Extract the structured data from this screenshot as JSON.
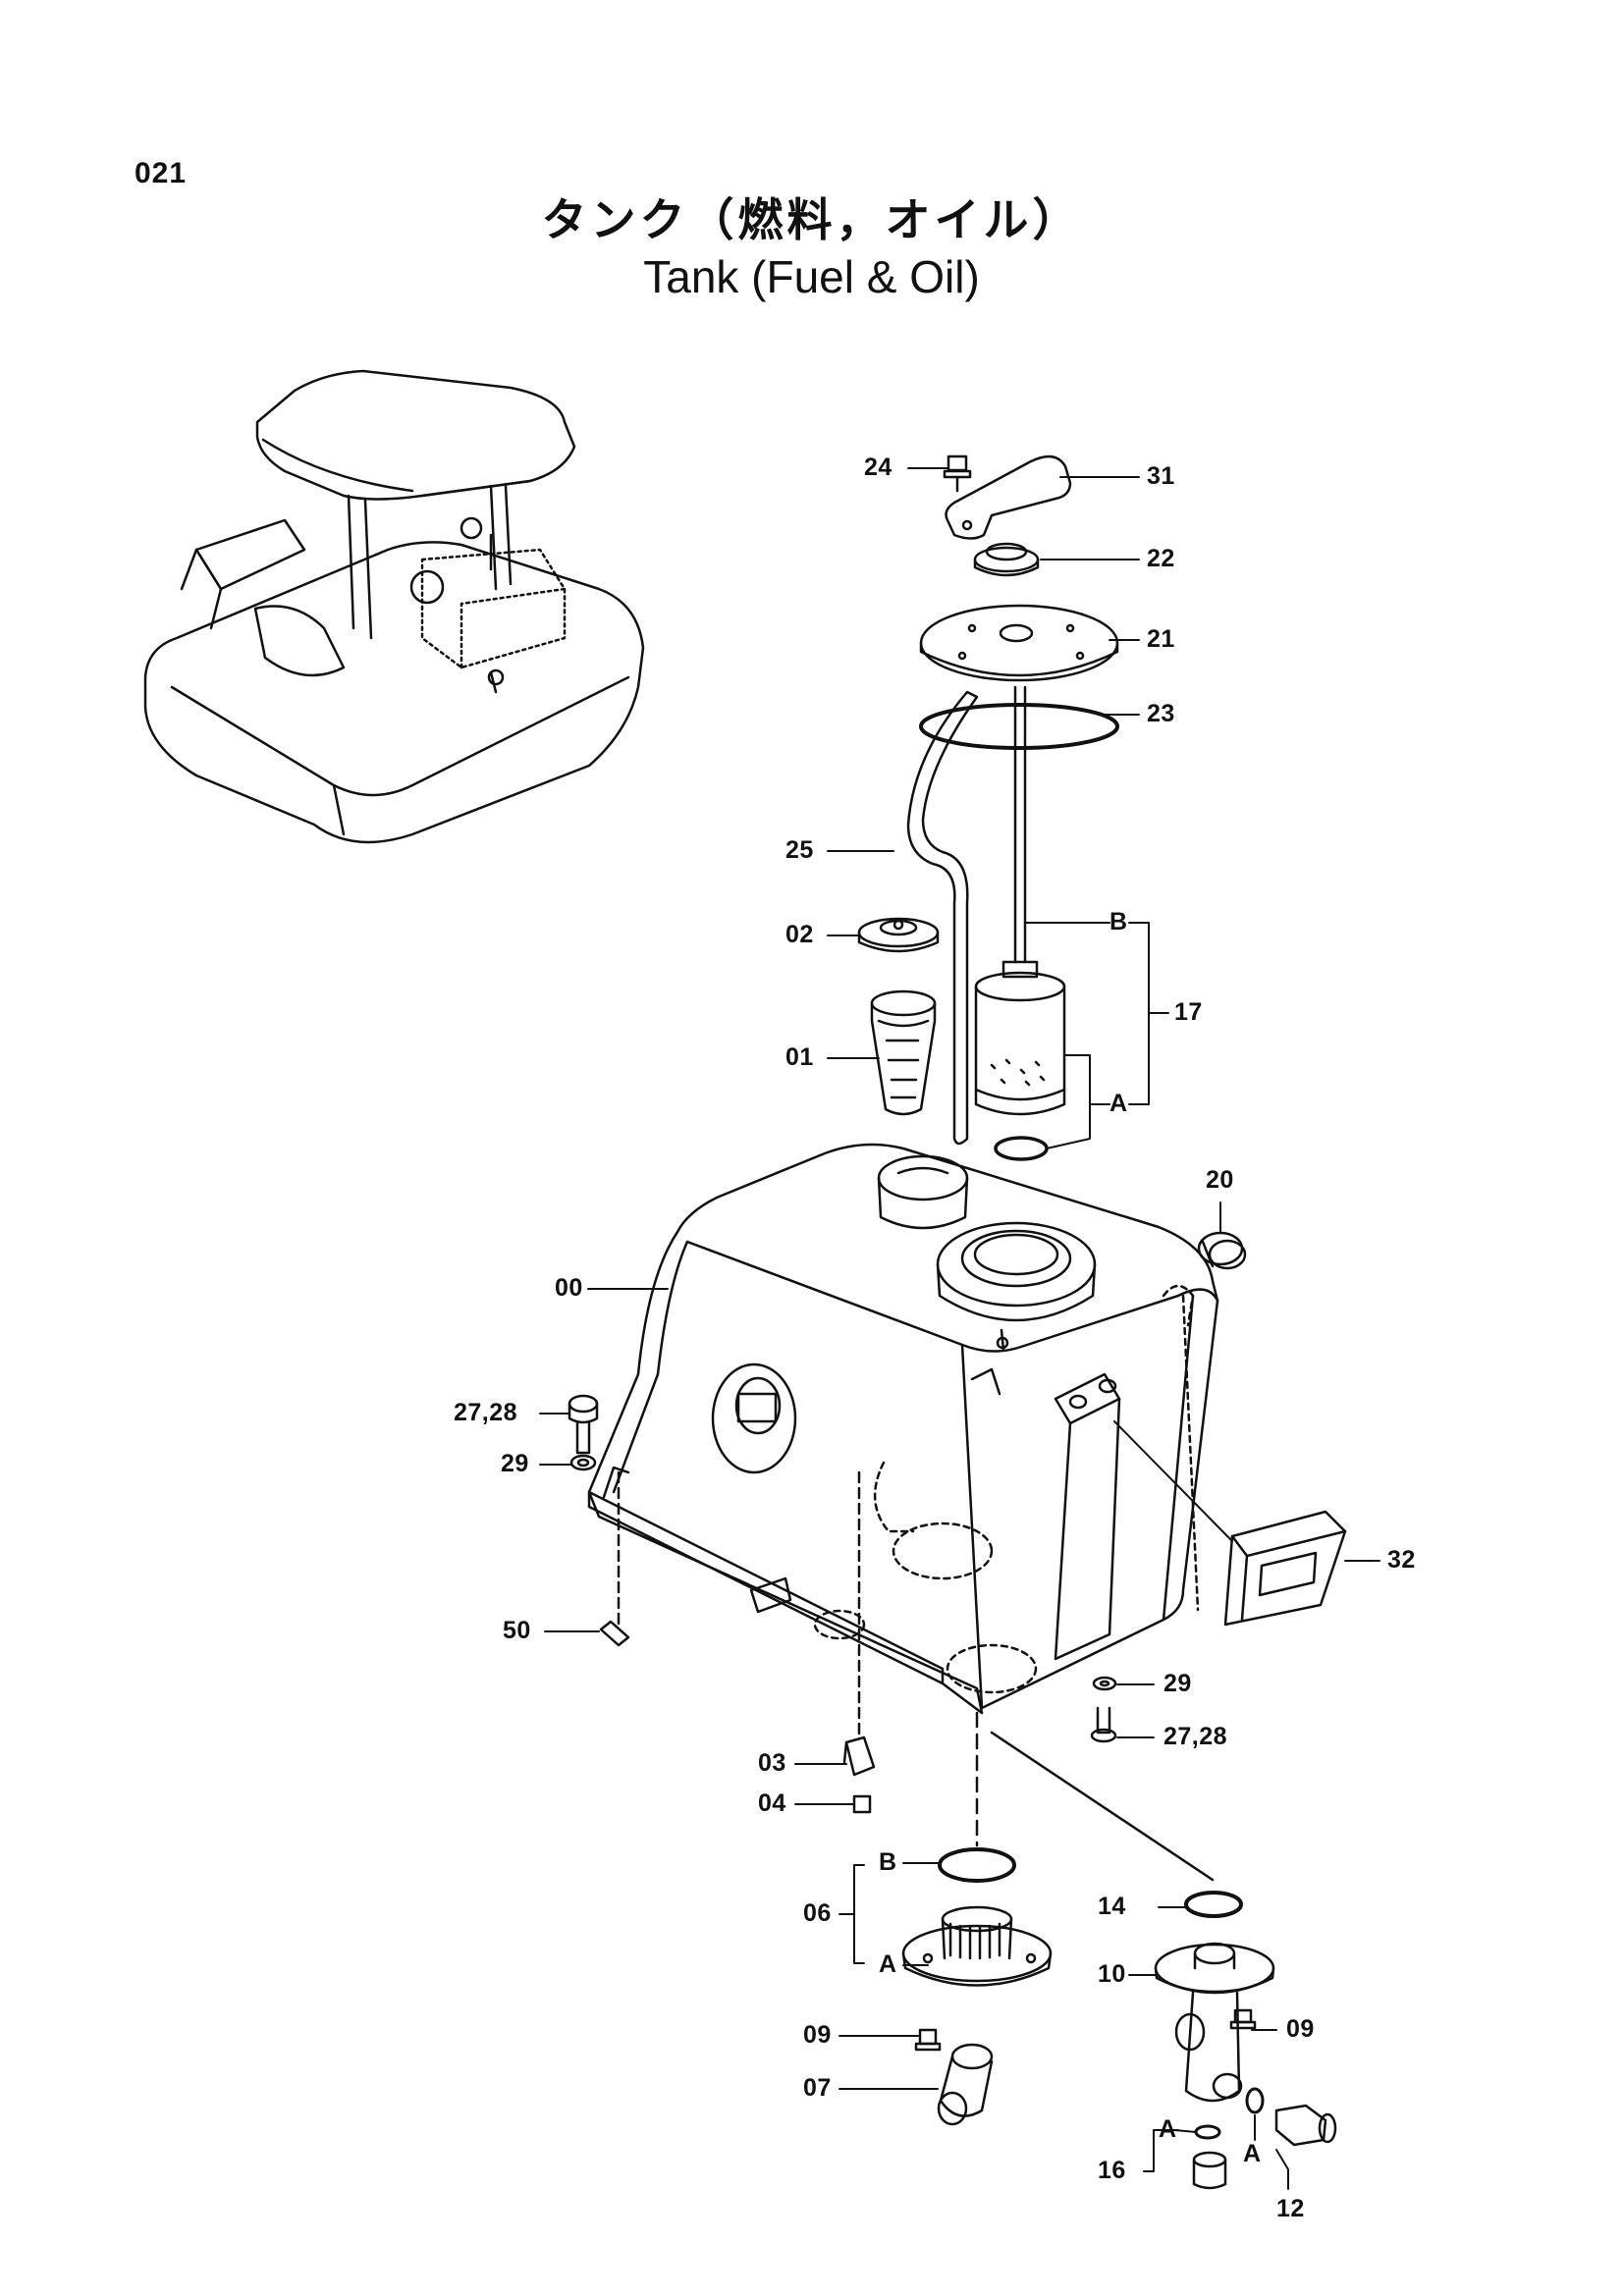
{
  "header": {
    "page_code": "021",
    "title_jp": "タンク（燃料，オイル）",
    "title_en": "Tank (Fuel & Oil)"
  },
  "callouts": {
    "p24": "24",
    "p31": "31",
    "p22": "22",
    "p21": "21",
    "p23": "23",
    "p25": "25",
    "p02": "02",
    "pB_top": "B",
    "p17": "17",
    "p01": "01",
    "pA_top": "A",
    "p20": "20",
    "p00": "00",
    "p27_28_left": "27,28",
    "p29_left": "29",
    "p32": "32",
    "p50": "50",
    "p29_right": "29",
    "p27_28_right": "27,28",
    "p03": "03",
    "p04": "04",
    "pB_bottom": "B",
    "p06": "06",
    "pA_bottom": "A",
    "p14": "14",
    "p10": "10",
    "p09_left": "09",
    "p09_right": "09",
    "p07": "07",
    "pA_16": "A",
    "pA_12": "A",
    "p16": "16",
    "p12": "12"
  }
}
